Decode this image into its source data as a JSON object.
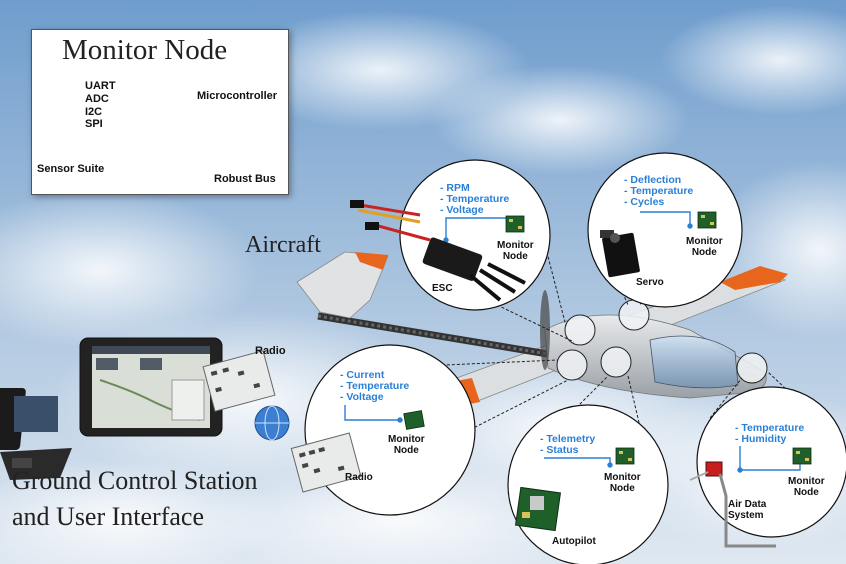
{
  "monitor_node": {
    "title": "Monitor Node",
    "interfaces": [
      "UART",
      "ADC",
      "I2C",
      "SPI"
    ],
    "microcontroller": "Microcontroller",
    "sensor_suite": "Sensor Suite",
    "robust_bus": "Robust Bus"
  },
  "aircraft_label": "Aircraft",
  "ground_station": {
    "line1": "Ground Control Station",
    "line2": "and User Interface",
    "radio": "Radio"
  },
  "callouts": {
    "esc": {
      "bullets": [
        "- RPM",
        "- Temperature",
        "- Voltage"
      ],
      "component": "ESC",
      "node": [
        "Monitor",
        "Node"
      ]
    },
    "servo": {
      "bullets": [
        "- Deflection",
        "- Temperature",
        "- Cycles"
      ],
      "component": "Servo",
      "node": [
        "Monitor",
        "Node"
      ]
    },
    "radio": {
      "bullets": [
        "- Current",
        "- Temperature",
        "- Voltage"
      ],
      "component": "Radio",
      "node": [
        "Monitor",
        "Node"
      ]
    },
    "autopilot": {
      "bullets": [
        "- Telemetry",
        "- Status"
      ],
      "component": "Autopilot",
      "node": [
        "Monitor",
        "Node"
      ]
    },
    "airdata": {
      "bullets": [
        "- Temperature",
        "- Humidity"
      ],
      "component": [
        "Air Data",
        "System"
      ],
      "node": [
        "Monitor",
        "Node"
      ]
    }
  },
  "colors": {
    "accent_blue": "#2b7fd6",
    "wing_orange": "#e8651e",
    "sky": "#7fa6cf"
  }
}
